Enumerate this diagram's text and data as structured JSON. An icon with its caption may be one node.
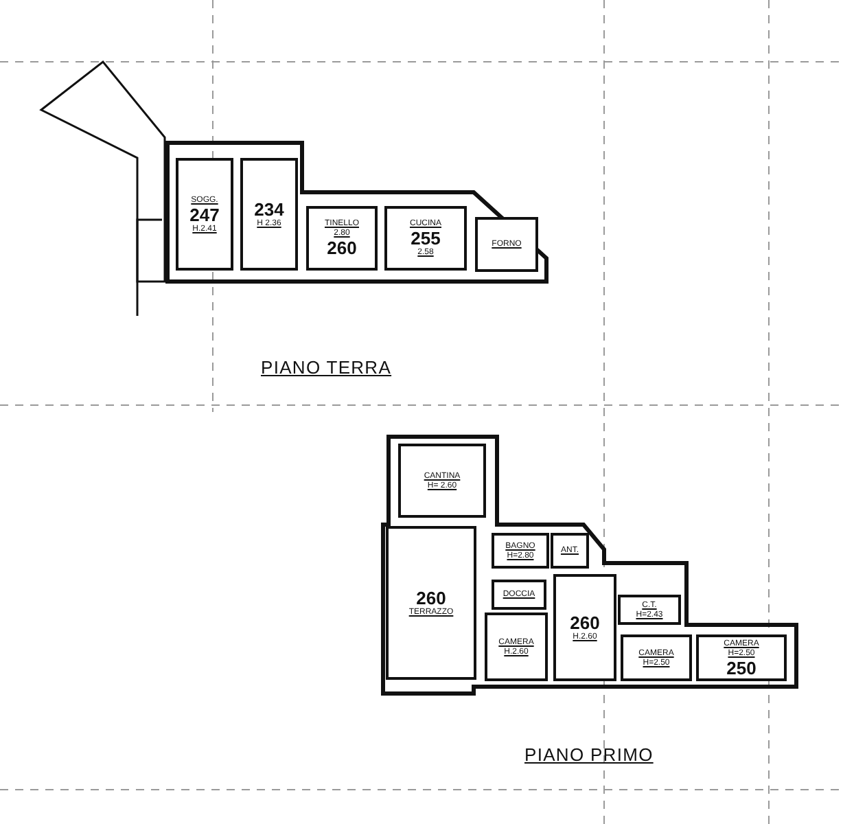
{
  "diagram": {
    "nodes": [
      {
        "text": [
          "SOGG.",
          "247",
          "H.2.41"
        ]
      },
      {
        "text": [
          "234",
          "H 2.36"
        ]
      },
      {
        "text": [
          "TINELLO",
          "2.80",
          "260"
        ]
      },
      {
        "text": [
          "CUCINA",
          "255",
          "2.58"
        ]
      },
      {
        "text": [
          "FORNO"
        ]
      },
      {
        "text": [
          "CANTINA",
          "H= 2.60"
        ]
      },
      {
        "text": [
          "260",
          "TERRAZZO"
        ]
      },
      {
        "text": [
          "BAGNO",
          "H=2.80"
        ]
      },
      {
        "text": [
          "ANT."
        ]
      },
      {
        "text": [
          "DOCCIA"
        ]
      },
      {
        "text": [
          "C.T.",
          "H=2.43"
        ]
      },
      {
        "text": [
          "CAMERA",
          "H.2.60"
        ]
      },
      {
        "text": [
          "260",
          "H.2.60"
        ]
      },
      {
        "text": [
          "CAMERA",
          "H=2.50"
        ]
      },
      {
        "text": [
          "CAMERA",
          "H=2.50",
          "250"
        ]
      }
    ],
    "edges": [],
    "labels": [
      "PIANO TERRA",
      "PIANO PRIMO"
    ]
  }
}
